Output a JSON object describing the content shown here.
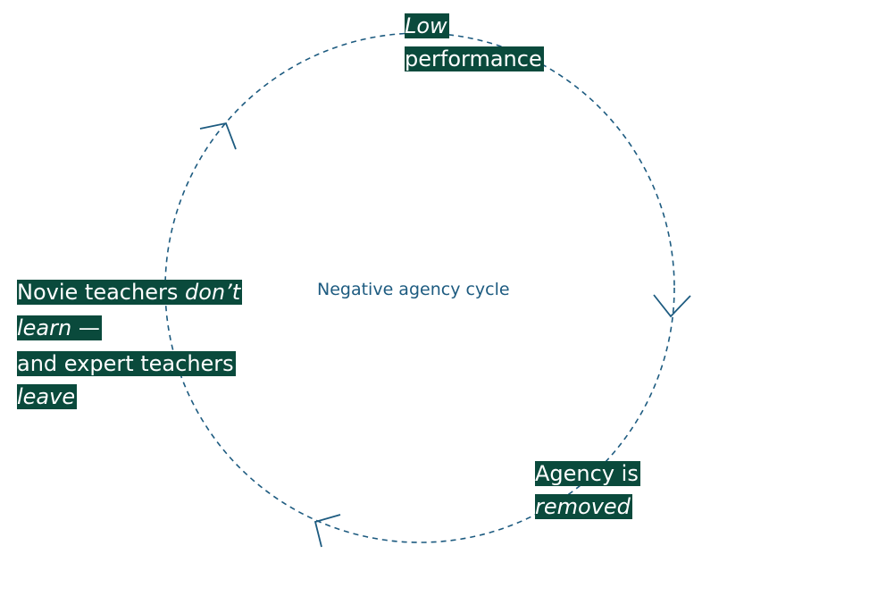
{
  "diagram": {
    "center_label": "Negative agency cycle",
    "colors": {
      "ring": "#1d5b80",
      "label_bg": "#0a4a3c",
      "label_text": "#ffffff",
      "center_text": "#1d5b80"
    },
    "nodes": {
      "low_performance": {
        "word1": "Low",
        "word2": "performance"
      },
      "agency_removed": {
        "line1": "Agency is",
        "line2": "removed"
      },
      "teachers": {
        "line1_plain": "Novie teachers ",
        "line1_italic": "don’t",
        "line2_italic": "learn",
        "line2_plain": " —",
        "line3": "and expert teachers ",
        "line4_italic": "leave"
      }
    },
    "arrows": [
      "arrow-right",
      "arrow-bottom-left",
      "arrow-upper-left"
    ]
  }
}
